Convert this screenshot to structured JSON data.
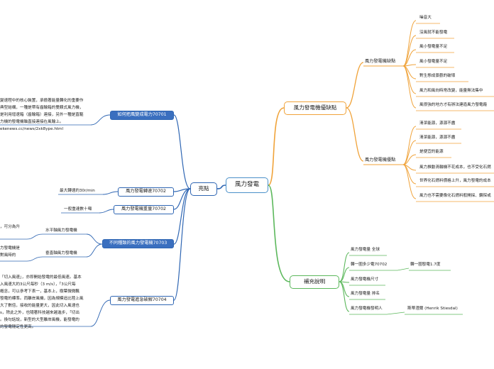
{
  "central": "風力發電",
  "right_top": {
    "title": "風力發電機優缺點",
    "cons": {
      "label": "風力發電機缺點",
      "items": [
        "噪音大",
        "沒風就不能發電",
        "風小發電量不足",
        "風小發電量不足",
        "對生態成景觀的破壞",
        "風力和風向時常改變，能量無法集中",
        "風很強的地方才有辦法建造風力發電廠"
      ]
    },
    "pros": {
      "label": "風力發電機優點",
      "items": [
        "清潔能源，源源不盡",
        "清潔能源，源源不盡",
        "是便宜的能源",
        "風力推動渦輪機不花成本，也不受化石燃",
        "世界化石燃料價格上升，風力發電的成本",
        "風力也不需要像化石燃料般開採、鑽探或"
      ]
    }
  },
  "right_bottom": {
    "title": "補充說明",
    "items": [
      {
        "label": "風力發電量 全球",
        "child": ""
      },
      {
        "label": "轉一圈多少電70702",
        "child": "轉一圈發電1.7度"
      },
      {
        "label": "風力發電機尺寸",
        "child": ""
      },
      {
        "label": "風力發電量 排名",
        "child": ""
      },
      {
        "label": "風力發電機發明人",
        "child": "斯蒂澄爾 (Henrik Stiesdal)"
      }
    ]
  },
  "left": {
    "title": "亮點",
    "branches": [
      {
        "label": "如何把風變成電力70701",
        "highlight": true,
        "text": [
          "變速程中的核心裝置，承擔著能量轉化的重要作",
          "典型結構，一種是帶有齒輪箱的雙饋式風力機，",
          "是利用增速箱（齒輪箱）連接，另外一種是直驅",
          "力機的發電機軸直接連接在風輪上。",
          "",
          "ekenews.cc/news/2xk8ype.html"
        ]
      },
      {
        "label": "風力發電轉速70702",
        "child": "最大轉速約30r/min"
      },
      {
        "label": "風力發電機重量70702",
        "child": "一般重達數十噸"
      },
      {
        "label": "不同種類的風力發電機70703",
        "highlight": true,
        "children": [
          {
            "label": "水平軸風力發電機",
            "text": [
              "，可分為升"
            ]
          },
          {
            "label": "垂直軸風力發電機",
            "text": [
              "力發電機是",
              "對風時的"
            ]
          }
        ]
      },
      {
        "label": "風力發電進急破解70704",
        "text": [
          "「切入風速」，亦即開始發電的最低風速。基本",
          "入風速大約3公尺每秒（3 m/s），「3公尺每",
          "概念，可以參考下表一，基本上，樹葉微微飄",
          "發電的標準。而離岸風機，因為規模追比陸上風",
          "大了數倍，接收的能量更大，因此切入風速也",
          "s，除此之外，也隨著科技越來越進步，「切出",
          "。換句話說，新型的大型離岸風機，能發電的",
          "的發電穩定性更高。"
        ]
      }
    ]
  },
  "colors": {
    "left": "#2f66b3",
    "right_top": "#f0a33a",
    "right_bottom": "#5cb85c",
    "central": "#4a90c9"
  }
}
